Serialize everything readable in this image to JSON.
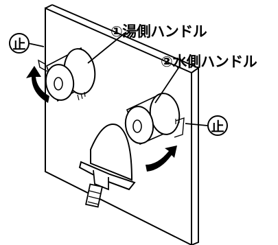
{
  "labels": {
    "hot_handle": "①湯側ハンドル",
    "cold_handle": "②水側ハンドル",
    "stop_left": "止",
    "stop_right": "止"
  },
  "colors": {
    "line": "#000000",
    "panel": "#ffffff",
    "arrow_fill": "#000000"
  }
}
